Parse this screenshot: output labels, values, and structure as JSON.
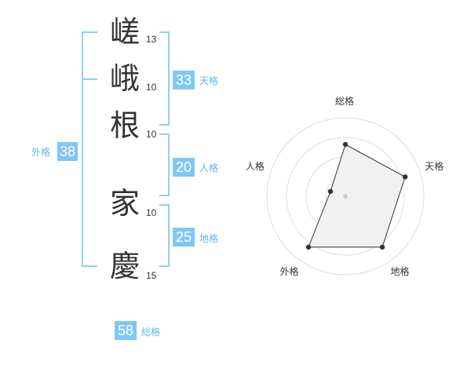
{
  "colors": {
    "accent": "#7fc7f5",
    "bracket": "#8fcff7",
    "label": "#62b6ec",
    "text": "#333333",
    "radar_fill": "#efefef",
    "radar_grid": "#dddddd",
    "radar_line": "#333333"
  },
  "name": {
    "surname": [
      {
        "char": "嵯",
        "strokes": "13"
      },
      {
        "char": "峨",
        "strokes": "10"
      },
      {
        "char": "根",
        "strokes": "10"
      }
    ],
    "given": [
      {
        "char": "家",
        "strokes": "10"
      },
      {
        "char": "慶",
        "strokes": "15"
      }
    ]
  },
  "fortunes": {
    "tenkaku": {
      "value": "33",
      "label": "天格"
    },
    "jinkaku": {
      "value": "20",
      "label": "人格"
    },
    "chikaku": {
      "value": "25",
      "label": "地格"
    },
    "gaikaku": {
      "value": "38",
      "label": "外格"
    },
    "soukaku": {
      "value": "58",
      "label": "総格"
    }
  },
  "chart_data": {
    "type": "radar",
    "axes": [
      "総格",
      "天格",
      "地格",
      "外格",
      "人格"
    ],
    "values": [
      3.3,
      4.0,
      4.0,
      4.0,
      1.0
    ],
    "max": 5,
    "rings": 4
  }
}
